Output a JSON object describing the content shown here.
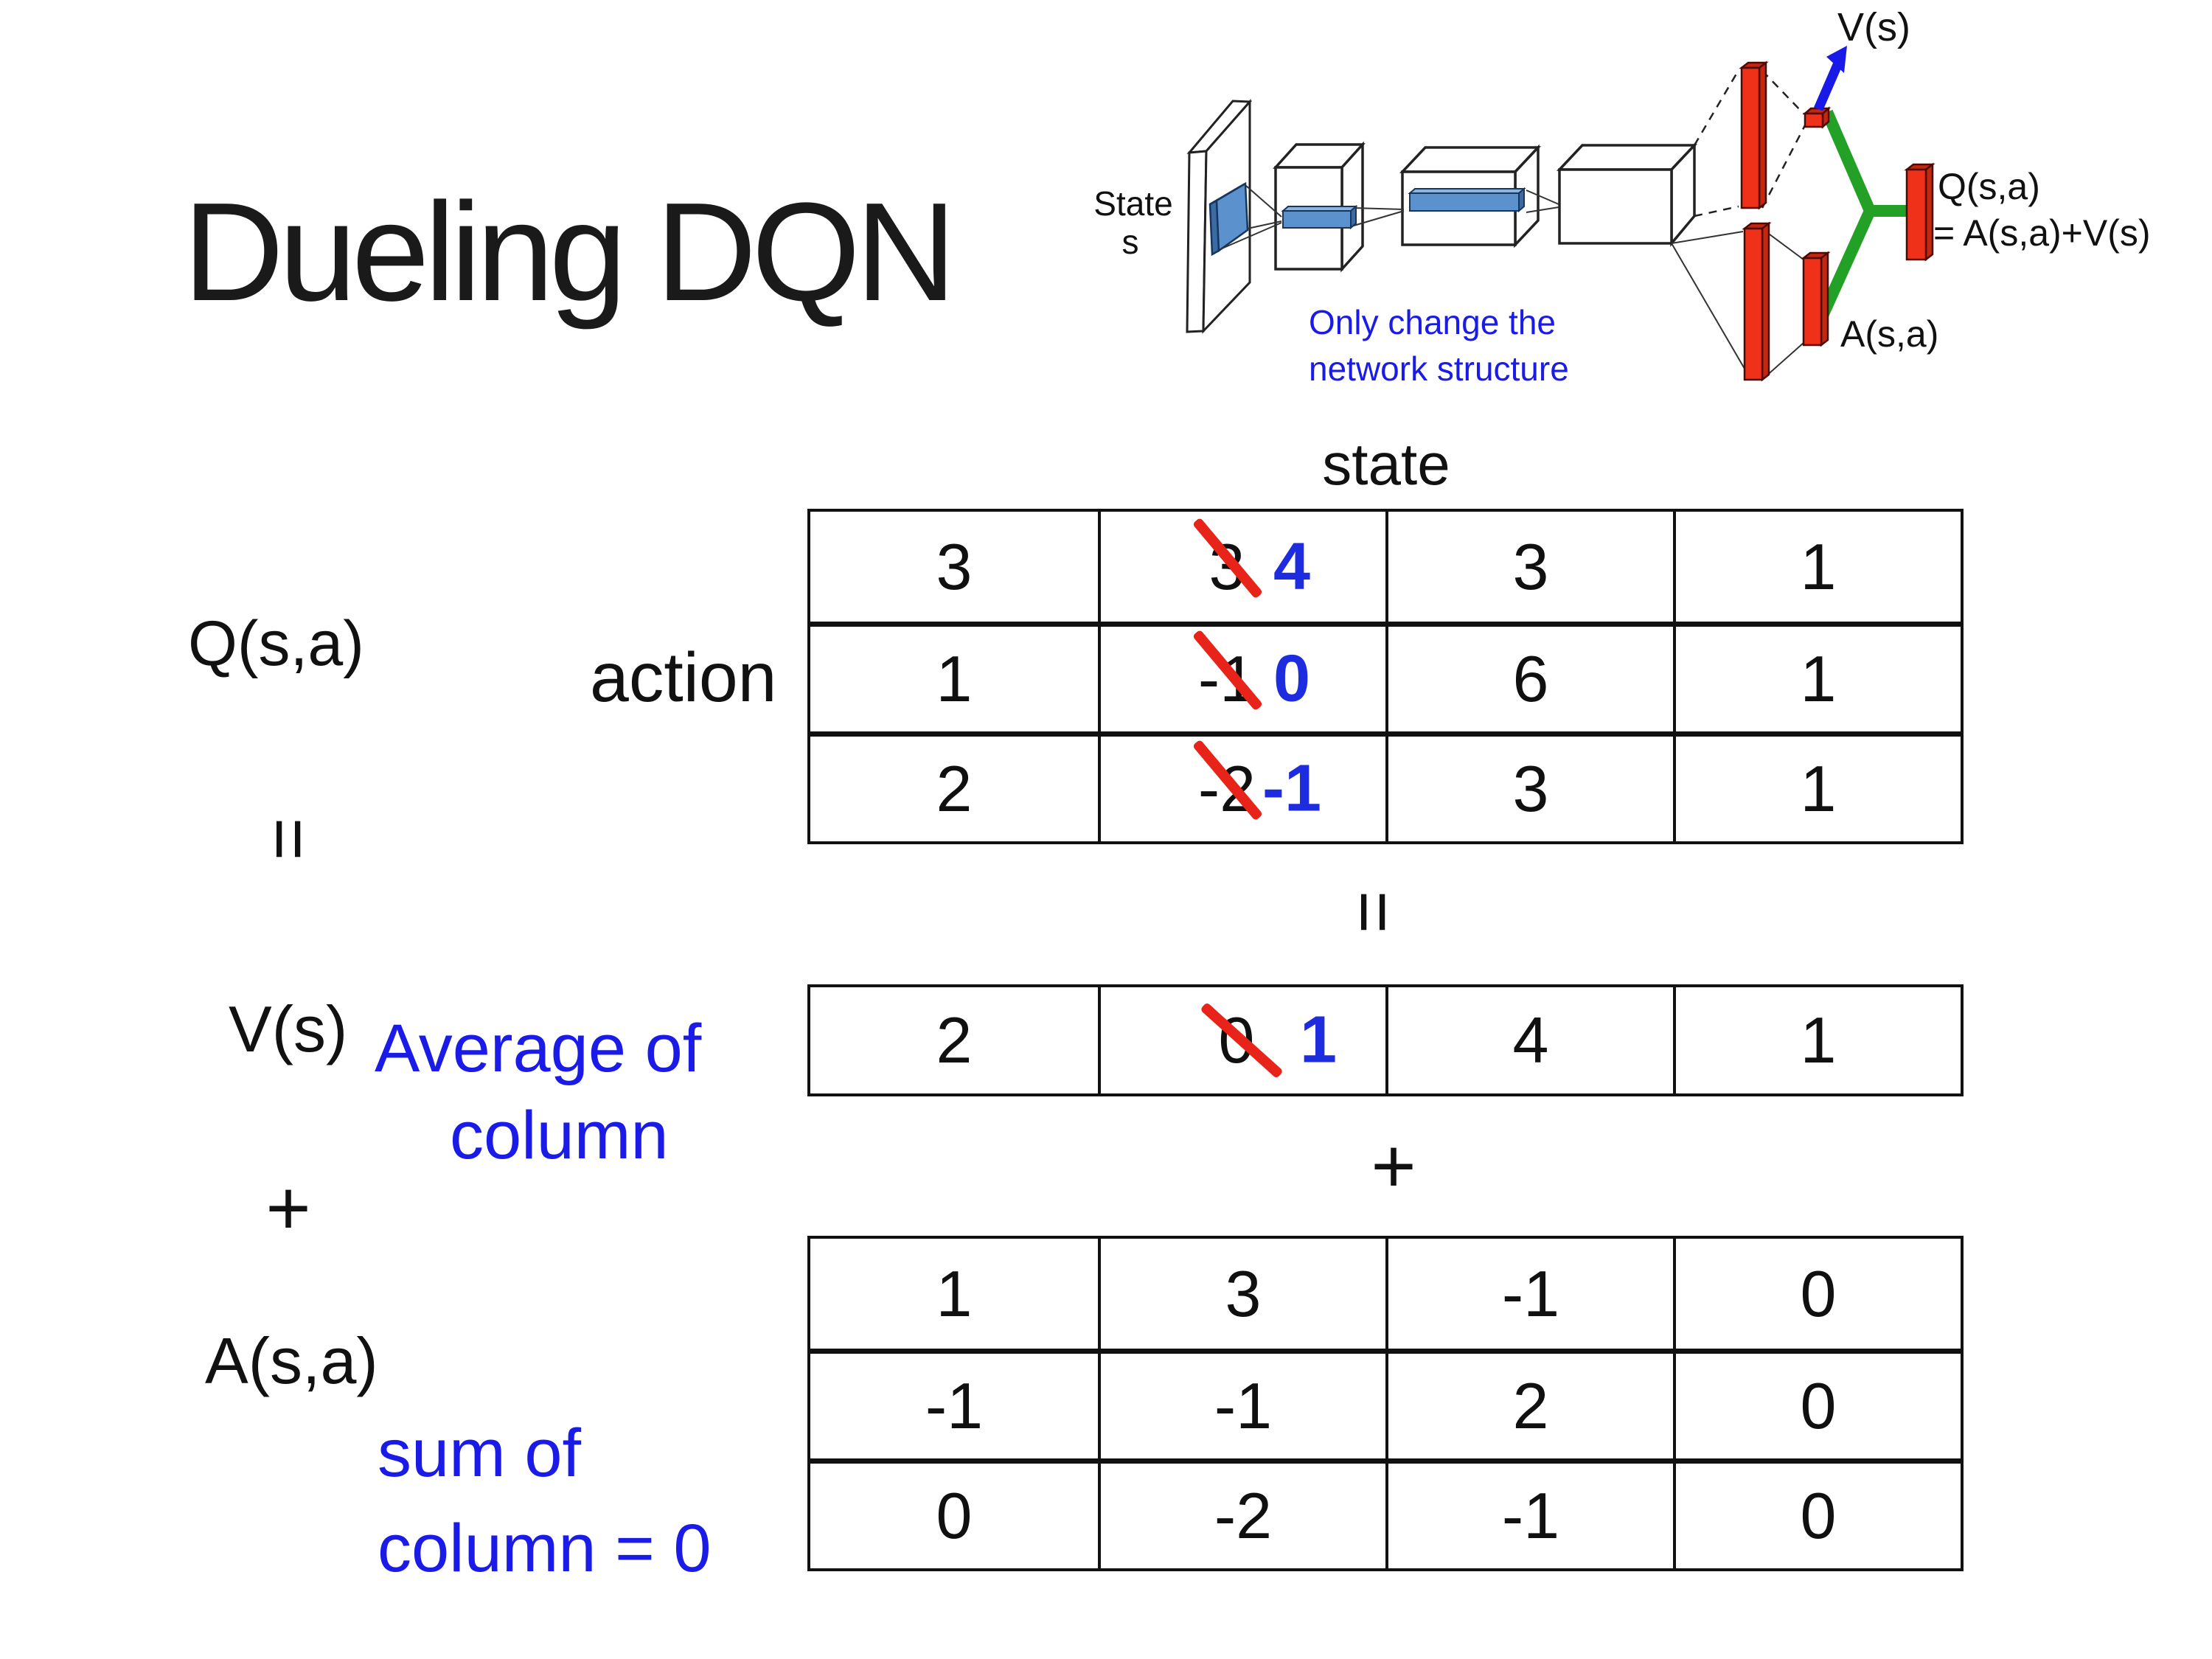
{
  "title": "Dueling DQN",
  "network_diagram": {
    "input_label_line1": "State",
    "input_label_line2": "s",
    "v_output_label": "V(s)",
    "q_output_label_line1": "Q(s,a)",
    "q_output_label_line2": "= A(s,a)+V(s)",
    "a_output_label": "A(s,a)",
    "note_line1": "Only change the",
    "note_line2": "network structure",
    "colors": {
      "conv_layer_blue": "#5b92ce",
      "fc_bar_red": "#ee3118",
      "branch_green": "#23a127",
      "arrow_blue": "#1a1ae8",
      "note_blue": "#1b1be8"
    }
  },
  "decomposition": {
    "q_label": "Q(s,a)",
    "equals_left": "=",
    "v_label": "V(s)",
    "plus_left": "+",
    "a_label": "A(s,a)",
    "state_header": "state",
    "action_label": "action",
    "equals_mid": "=",
    "plus_mid": "+",
    "avg_note_line1": "Average of",
    "avg_note_line2": "column",
    "sum_note_line1": "sum of",
    "sum_note_line2": "column = 0",
    "colors": {
      "strike_red": "#e8231a",
      "replace_blue": "#1d2cdf"
    },
    "q_table": {
      "rows": [
        {
          "cells": [
            {
              "text": "3"
            },
            {
              "old": "3",
              "new": "4"
            },
            {
              "text": "3"
            },
            {
              "text": "1"
            }
          ]
        },
        {
          "cells": [
            {
              "text": "1"
            },
            {
              "old": "-1",
              "new": "0"
            },
            {
              "text": "6"
            },
            {
              "text": "1"
            }
          ]
        },
        {
          "cells": [
            {
              "text": "2"
            },
            {
              "old": "-2",
              "new": "-1"
            },
            {
              "text": "3"
            },
            {
              "text": "1"
            }
          ]
        }
      ]
    },
    "v_table": {
      "rows": [
        {
          "cells": [
            {
              "text": "2"
            },
            {
              "old": "0",
              "new": "1"
            },
            {
              "text": "4"
            },
            {
              "text": "1"
            }
          ]
        }
      ]
    },
    "a_table": {
      "rows": [
        {
          "cells": [
            {
              "text": "1"
            },
            {
              "text": "3"
            },
            {
              "text": "-1"
            },
            {
              "text": "0"
            }
          ]
        },
        {
          "cells": [
            {
              "text": "-1"
            },
            {
              "text": "-1"
            },
            {
              "text": "2"
            },
            {
              "text": "0"
            }
          ]
        },
        {
          "cells": [
            {
              "text": "0"
            },
            {
              "text": "-2"
            },
            {
              "text": "-1"
            },
            {
              "text": "0"
            }
          ]
        }
      ]
    }
  }
}
